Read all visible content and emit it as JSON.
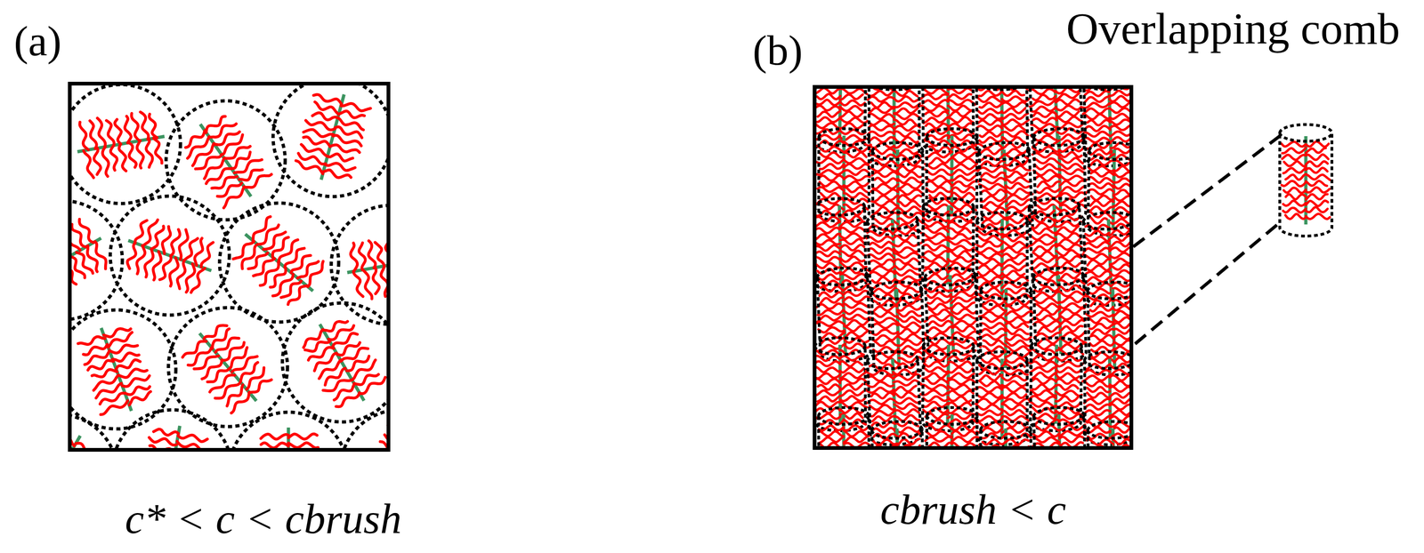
{
  "diagram": {
    "labels": [
      "(a)",
      "(b)",
      "Overlapping comb",
      "c* < c < cbrush",
      "cbrush < c"
    ]
  }
}
